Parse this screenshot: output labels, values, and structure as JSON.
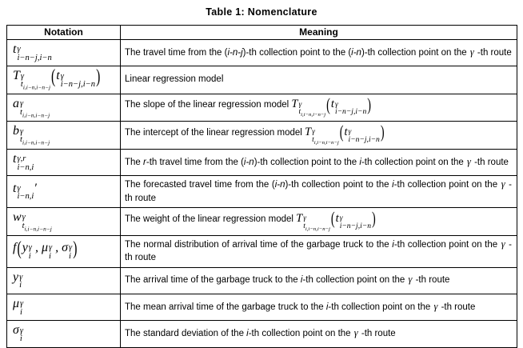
{
  "title": "Table 1: Nomenclature",
  "columns": [
    "Notation",
    "Meaning"
  ],
  "rows": [
    {
      "notation": {
        "seq": [
          {
            "b": "t",
            "sup": "γ",
            "sub": "i−n−j,i−n"
          }
        ]
      },
      "meaning": [
        {
          "t": "The travel time from the ("
        },
        {
          "i": "i-n-j"
        },
        {
          "t": ")-th collection point to the ("
        },
        {
          "i": "i-n"
        },
        {
          "t": ")-th collection point on the "
        },
        {
          "g": "γ"
        },
        {
          "t": " -th route"
        }
      ]
    },
    {
      "notation": {
        "seq": [
          {
            "b": "T",
            "sup": "γ",
            "sub": {
              "b": "t",
              "sub": "i,i−n,i−n−j"
            }
          },
          {
            "paren": [
              {
                "b": "t",
                "sup": "γ",
                "sub": "i−n−j,i−n"
              }
            ]
          }
        ]
      },
      "meaning": [
        {
          "t": "Linear regression model"
        }
      ]
    },
    {
      "notation": {
        "seq": [
          {
            "b": "a",
            "sup": "γ",
            "sub": {
              "b": "t",
              "sub": "i,i−n,i−n−j"
            }
          }
        ]
      },
      "meaning": [
        {
          "t": "The slope of the linear regression model "
        },
        {
          "m": {
            "seq": [
              {
                "b": "T",
                "sup": "γ",
                "sub": {
                  "b": "t",
                  "sub": "i,i−n,i−n−j"
                }
              },
              {
                "paren": [
                  {
                    "b": "t",
                    "sup": "γ",
                    "sub": "i−n−j,i−n"
                  }
                ]
              }
            ]
          }
        }
      ]
    },
    {
      "notation": {
        "seq": [
          {
            "b": "b",
            "sup": "γ",
            "sub": {
              "b": "t",
              "sub": "i,i−n,i−n−j"
            }
          }
        ]
      },
      "meaning": [
        {
          "t": "The intercept of the linear regression model "
        },
        {
          "m": {
            "seq": [
              {
                "b": "T",
                "sup": "γ",
                "sub": {
                  "b": "t",
                  "sub": "i,i−n,i−n−j"
                }
              },
              {
                "paren": [
                  {
                    "b": "t",
                    "sup": "γ",
                    "sub": "i−n−j,i−n"
                  }
                ]
              }
            ]
          }
        }
      ]
    },
    {
      "notation": {
        "seq": [
          {
            "b": "t",
            "sup": "γ,r",
            "sub": "i−n,i"
          }
        ]
      },
      "meaning": [
        {
          "t": "The "
        },
        {
          "i": "r"
        },
        {
          "t": "-th travel time from the ("
        },
        {
          "i": "i-n"
        },
        {
          "t": ")-th collection point to the "
        },
        {
          "i": "i"
        },
        {
          "t": "-th collection point on the "
        },
        {
          "g": "γ"
        },
        {
          "t": " -th route"
        }
      ]
    },
    {
      "notation": {
        "seq": [
          {
            "b": "t",
            "sup": "γ",
            "sub": "i−n,i"
          },
          "′"
        ]
      },
      "meaning": [
        {
          "t": "The forecasted travel time from the ("
        },
        {
          "i": "i-n"
        },
        {
          "t": ")-th collection point to the "
        },
        {
          "i": "i"
        },
        {
          "t": "-th collection point on the "
        },
        {
          "g": "γ"
        },
        {
          "t": " -th route"
        }
      ]
    },
    {
      "notation": {
        "seq": [
          {
            "b": "w",
            "sup": "γ",
            "sub": {
              "b": "t",
              "sub": "i,i−n,i−n−j"
            }
          }
        ]
      },
      "meaning": [
        {
          "t": "The weight of the linear regression model "
        },
        {
          "m": {
            "seq": [
              {
                "b": "T",
                "sup": "γ",
                "sub": {
                  "b": "t",
                  "sub": "i,i−n,i−n−j"
                }
              },
              {
                "paren": [
                  {
                    "b": "t",
                    "sup": "γ",
                    "sub": "i−n−j,i−n"
                  }
                ]
              }
            ]
          }
        }
      ]
    },
    {
      "notation": {
        "seq": [
          {
            "b": "f"
          },
          {
            "paren": [
              {
                "b": "y",
                "sup": "γ",
                "sub": "i"
              },
              " , ",
              {
                "b": "μ",
                "sup": "γ",
                "sub": "i"
              },
              " , ",
              {
                "b": "σ",
                "sup": "γ",
                "sub": "i"
              }
            ]
          }
        ]
      },
      "meaning": [
        {
          "t": "The normal distribution of arrival time of the garbage truck to the "
        },
        {
          "i": "i"
        },
        {
          "t": "-th collection point on the "
        },
        {
          "g": "γ"
        },
        {
          "t": " -th route"
        }
      ]
    },
    {
      "notation": {
        "seq": [
          {
            "b": "y",
            "sup": "γ",
            "sub": "i"
          }
        ]
      },
      "meaning": [
        {
          "t": "The arrival time of the garbage truck to the "
        },
        {
          "i": "i"
        },
        {
          "t": "-th collection point on the "
        },
        {
          "g": "γ"
        },
        {
          "t": " -th route"
        }
      ]
    },
    {
      "notation": {
        "seq": [
          {
            "b": "μ",
            "sup": "γ",
            "sub": "i"
          }
        ]
      },
      "meaning": [
        {
          "t": "The mean arrival time of the garbage truck to the "
        },
        {
          "i": "i"
        },
        {
          "t": "-th collection point on the "
        },
        {
          "g": "γ"
        },
        {
          "t": " -th route"
        }
      ]
    },
    {
      "notation": {
        "seq": [
          {
            "b": "σ",
            "sup": "γ",
            "sub": "i"
          }
        ]
      },
      "meaning": [
        {
          "t": "The standard deviation of the "
        },
        {
          "i": "i"
        },
        {
          "t": "-th collection point on the "
        },
        {
          "g": "γ"
        },
        {
          "t": " -th route"
        }
      ]
    }
  ]
}
